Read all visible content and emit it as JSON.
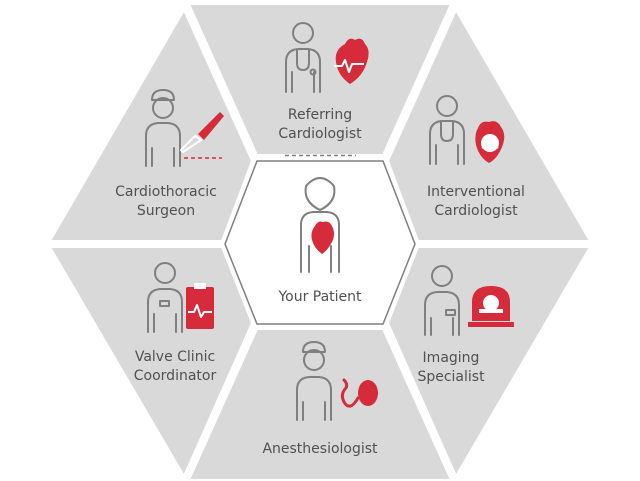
{
  "diagram": {
    "colors": {
      "segment_fill": "#d9d9d9",
      "center_fill": "#ffffff",
      "outline": "#7f7f7f",
      "accent": "#d52b3a",
      "text": "#505050"
    },
    "center": {
      "label": "Your Patient",
      "icon": "patient-with-heart-icon"
    },
    "segments": [
      {
        "id": "referring-cardiologist",
        "label_line1": "Referring",
        "label_line2": "Cardiologist",
        "icon": "doctor-with-heart-monitor-icon"
      },
      {
        "id": "interventional-cardiologist",
        "label_line1": "Interventional",
        "label_line2": "Cardiologist",
        "icon": "doctor-with-heart-valve-icon"
      },
      {
        "id": "imaging-specialist",
        "label_line1": "Imaging",
        "label_line2": "Specialist",
        "icon": "doctor-with-scanner-icon"
      },
      {
        "id": "anesthesiologist",
        "label_line1": "Anesthesiologist",
        "label_line2": "",
        "icon": "doctor-with-breathing-bag-icon"
      },
      {
        "id": "valve-clinic-coordinator",
        "label_line1": "Valve Clinic",
        "label_line2": "Coordinator",
        "icon": "coordinator-with-clipboard-icon"
      },
      {
        "id": "cardiothoracic-surgeon",
        "label_line1": "Cardiothoracic",
        "label_line2": "Surgeon",
        "icon": "surgeon-with-scalpel-icon"
      }
    ]
  }
}
